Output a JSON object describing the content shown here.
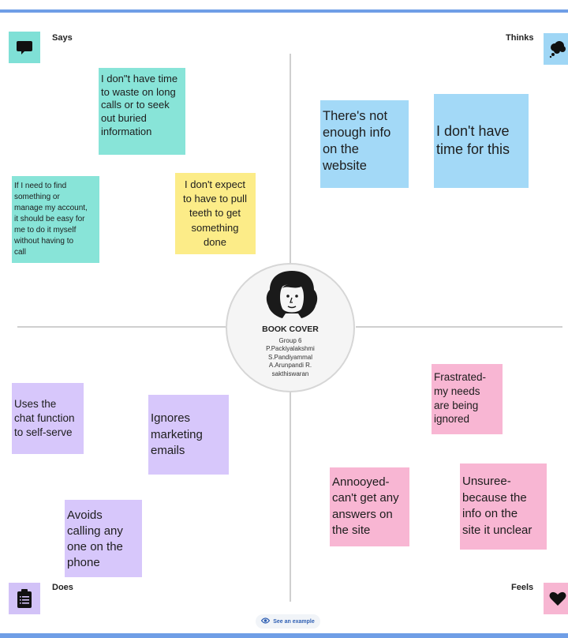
{
  "quadrants": {
    "says": {
      "label": "Says",
      "icon": "speech-bubble-icon",
      "color": "#7fe0d6"
    },
    "thinks": {
      "label": "Thinks",
      "icon": "thought-cloud-icon",
      "color": "#9fd6f5"
    },
    "does": {
      "label": "Does",
      "icon": "clipboard-icon",
      "color": "#d2c2f7"
    },
    "feels": {
      "label": "Feels",
      "icon": "heart-icon",
      "color": "#f7b6d2"
    }
  },
  "notes": {
    "says": [
      {
        "lines": [
          "I don\"t have time",
          "to waste on long",
          "calls or to seek",
          "out buried",
          "information"
        ]
      },
      {
        "lines": [
          "If I need to find",
          "something or",
          "manage my account,",
          "it should be easy for",
          "me to do it myself",
          "without having to",
          "call"
        ]
      },
      {
        "lines": [
          "I don't expect",
          "to have to pull",
          "teeth to get",
          "something",
          "done"
        ]
      }
    ],
    "thinks": [
      {
        "lines": [
          "There's not",
          "enough info",
          "on the",
          "website"
        ]
      },
      {
        "lines": [
          "I don't have",
          "time for this"
        ]
      }
    ],
    "does": [
      {
        "lines": [
          "Uses the",
          "chat function",
          "to self-serve"
        ]
      },
      {
        "lines": [
          "Ignores",
          "marketing",
          "emails"
        ]
      },
      {
        "lines": [
          "Avoids",
          "calling any",
          "one on the",
          "phone"
        ]
      }
    ],
    "feels": [
      {
        "lines": [
          "Frastrated-",
          "my needs",
          "are being",
          "ignored"
        ]
      },
      {
        "lines": [
          "Annooyed-",
          "can't get any",
          "answers on",
          "the site"
        ]
      },
      {
        "lines": [
          "Unsuree-",
          "because the",
          "info on the",
          "site it unclear"
        ]
      }
    ]
  },
  "persona": {
    "avatar_icon": "persona-avatar-icon",
    "title": "BOOK COVER",
    "lines": [
      "Group 6",
      "P.Packiyalakshmi",
      "S.Pandiyammal",
      "A.Arunpandi R.",
      "sakthiswaran"
    ]
  },
  "example_button": {
    "label": "See an example",
    "icon": "eye-icon"
  },
  "colors": {
    "teal_note": "#88e4d8",
    "yellow_note": "#fcec88",
    "blue_note": "#a3d9f7",
    "purple_note": "#d7c7fb",
    "pink_note": "#f8b6d3",
    "frame": "#6f9ee6"
  }
}
